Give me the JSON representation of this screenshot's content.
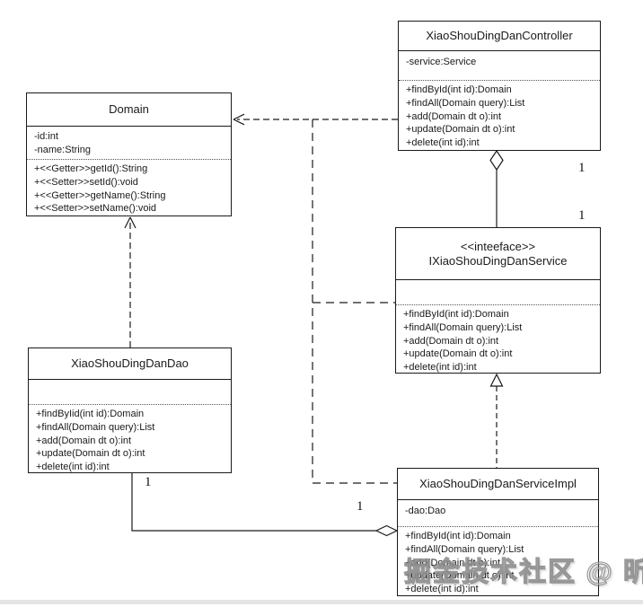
{
  "diagram": {
    "classes": {
      "controller": {
        "title": "XiaoShouDingDanController",
        "attributes": [
          "-service:Service"
        ],
        "methods": [
          "+findById(int id):Domain",
          "+findAll(Domain query):List",
          "+add(Domain dt o):int",
          "+update(Domain dt o):int",
          "+delete(int id):int"
        ]
      },
      "domain": {
        "title": "Domain",
        "attributes": [
          "-id:int",
          "-name:String"
        ],
        "methods": [
          "+<<Getter>>getId():String",
          "+<<Setter>>setId():void",
          "+<<Getter>>getName():String",
          "+<<Setter>>setName():void"
        ]
      },
      "service": {
        "stereotype": "<<inteeface>>",
        "title": "IXiaoShouDingDanService",
        "attributes": [],
        "methods": [
          "+findById(int id):Domain",
          "+findAll(Domain query):List",
          "+add(Domain dt o):int",
          "+update(Domain dt o):int",
          "+delete(int id):int"
        ]
      },
      "dao": {
        "title": "XiaoShouDingDanDao",
        "attributes": [],
        "methods": [
          "+findByIid(int id):Domain",
          "+findAll(Domain query):List",
          "+add(Domain dt o):int",
          "+update(Domain dt o):int",
          "+delete(int id):int"
        ]
      },
      "serviceImpl": {
        "title": "XiaoShouDingDanServiceImpl",
        "attributes": [
          "-dao:Dao"
        ],
        "methods": [
          "+findById(int id):Domain",
          "+findAll(Domain query):List",
          "+add(Domain dt o):int",
          "+update(Domain dt o):int",
          "+delete(int id):int"
        ]
      }
    },
    "multiplicities": [
      "1",
      "1",
      "1",
      "1"
    ],
    "watermark": "掘金技术社区 @ 昕冉"
  }
}
